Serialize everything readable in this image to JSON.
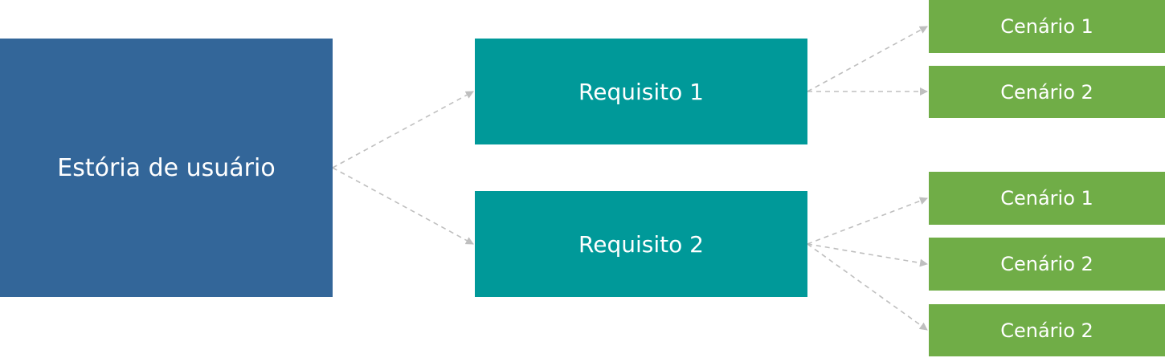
{
  "diagram": {
    "story": {
      "label": "Estória de usuário"
    },
    "requirements": [
      {
        "label": "Requisito 1"
      },
      {
        "label": "Requisito 2"
      }
    ],
    "scenarios": [
      {
        "label": "Cenário 1"
      },
      {
        "label": "Cenário 2"
      },
      {
        "label": "Cenário 1"
      },
      {
        "label": "Cenário 2"
      },
      {
        "label": "Cenário 2"
      }
    ],
    "colors": {
      "story": "#336699",
      "requirement": "#009999",
      "scenario": "#70AD47",
      "connector": "#BFBFBF"
    }
  }
}
